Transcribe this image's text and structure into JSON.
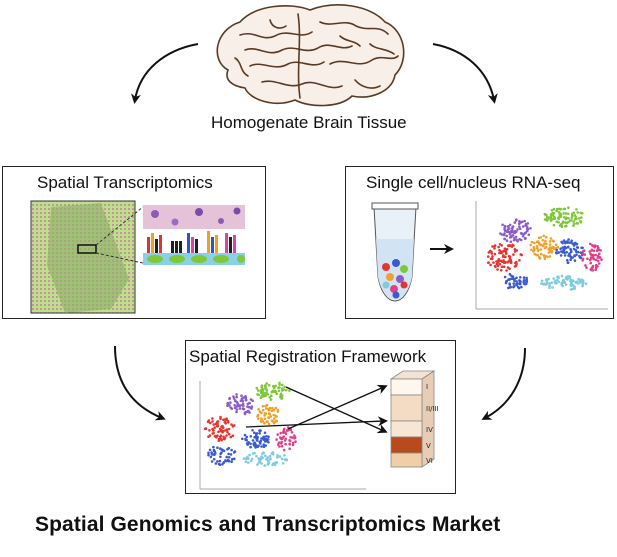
{
  "top_label": "Homogenate Brain Tissue",
  "panels": {
    "spatial_transcriptomics": {
      "label": "Spatial Transcriptomics"
    },
    "single_cell": {
      "label": "Single cell/nucleus RNA-seq"
    },
    "registration": {
      "label": "Spatial Registration Framework",
      "layers": [
        "I",
        "II/III",
        "IV",
        "V",
        "VI"
      ]
    }
  },
  "footer_title": "Spatial Genomics and Transcriptomics Market",
  "colors": {
    "cluster_green": "#7ec83a",
    "cluster_purple": "#8a5cc8",
    "cluster_orange": "#f2a02a",
    "cluster_red": "#e8342e",
    "cluster_blue": "#3a5bd0",
    "cluster_pink": "#e0408a",
    "cluster_cyan": "#7ecbe0",
    "layer_dark": "#b84a1c"
  }
}
